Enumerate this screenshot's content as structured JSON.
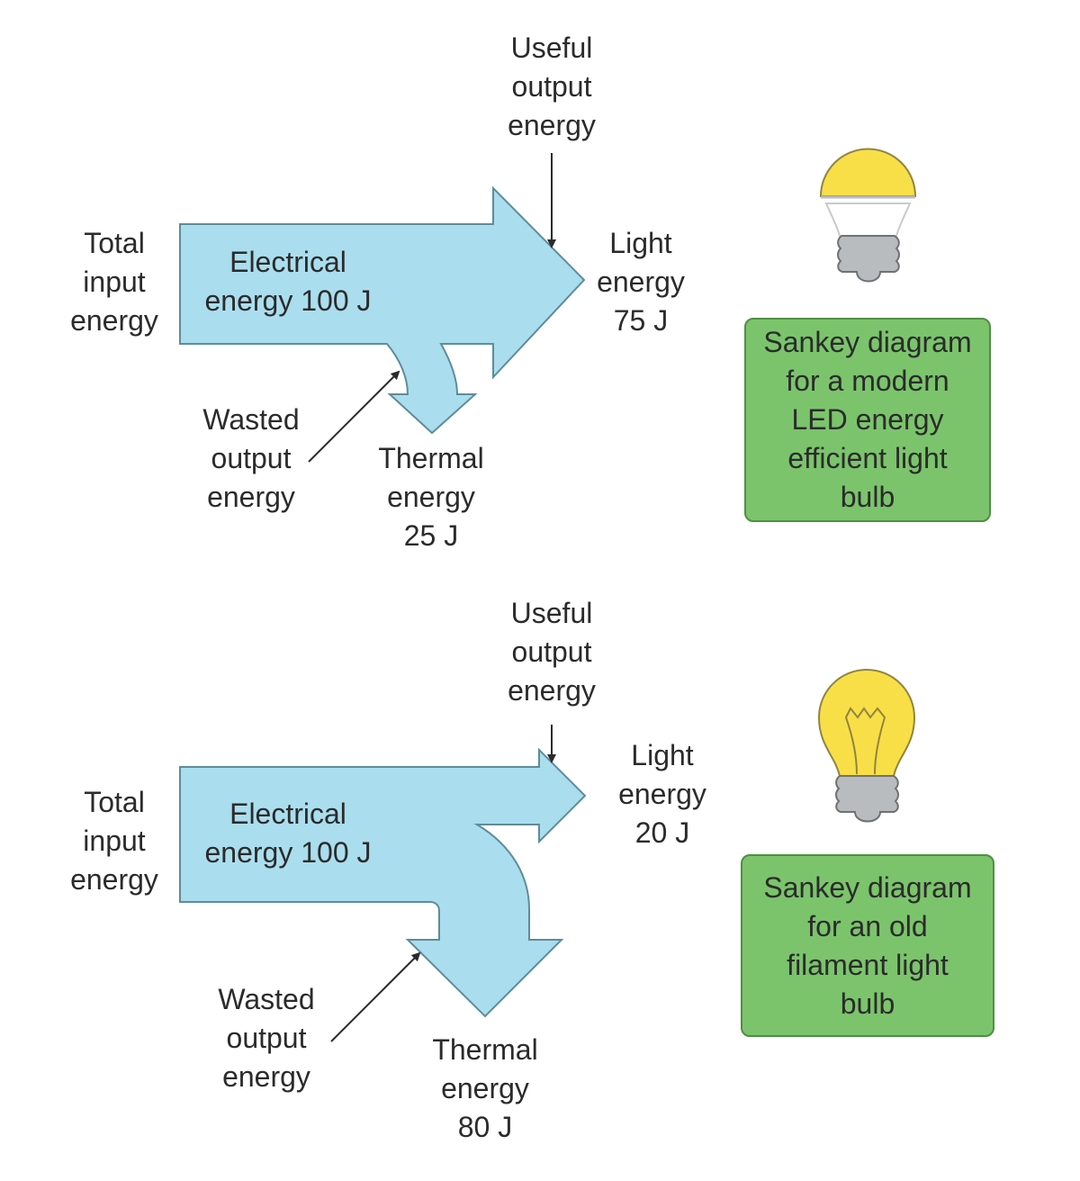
{
  "colors": {
    "arrow_fill": "#aadeee",
    "arrow_stroke": "#5f8c99",
    "box_fill": "#7bc46c",
    "bulb_yellow": "#f9df47",
    "bulb_base": "#b9bcbf",
    "text": "#2b2b2b"
  },
  "diagrams": [
    {
      "id": "led",
      "input_label": "Total\ninput\nenergy",
      "flow_label": "Electrical\nenergy 100 J",
      "useful_label": "Useful\noutput\nenergy",
      "light_label": "Light\nenergy\n75 J",
      "wasted_label": "Wasted\noutput\nenergy",
      "thermal_label": "Thermal\nenergy\n25 J",
      "caption": "Sankey diagram\nfor a modern\nLED energy\nefficient light\nbulb",
      "bulb_icon": "led-bulb-icon",
      "flows": {
        "input_J": 100,
        "light_J": 75,
        "thermal_J": 25
      }
    },
    {
      "id": "filament",
      "input_label": "Total\ninput\nenergy",
      "flow_label": "Electrical\nenergy 100 J",
      "useful_label": "Useful\noutput\nenergy",
      "light_label": "Light\nenergy\n20 J",
      "wasted_label": "Wasted\noutput\nenergy",
      "thermal_label": "Thermal\nenergy\n80 J",
      "caption": "Sankey diagram\nfor an old\nfilament light\nbulb",
      "bulb_icon": "filament-bulb-icon",
      "flows": {
        "input_J": 100,
        "light_J": 20,
        "thermal_J": 80
      }
    }
  ]
}
